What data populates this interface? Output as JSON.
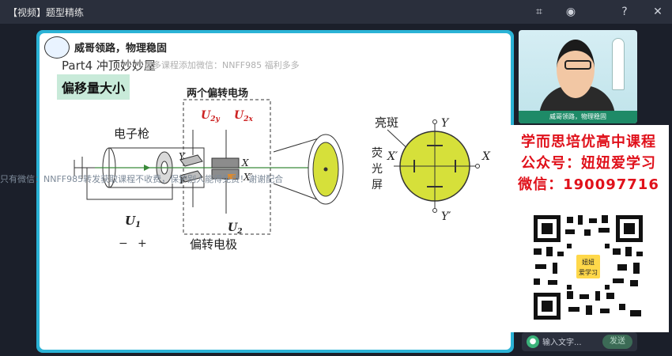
{
  "window": {
    "title": "【视频】题型精练"
  },
  "slide": {
    "brand": "威哥领路，物理稳固",
    "part": "Part4 冲顶妙妙屋",
    "watermark_top": "更多课程添加微信：NNFF985 福利多多",
    "topic": "偏移量大小",
    "watermark_mid": "只有微信：NNFF985转发获取课程不收费，保护别人能得免费！谢谢配合",
    "diagram": {
      "field_label": "两个偏转电场",
      "gun_label": "电子枪",
      "spot_label": "亮斑",
      "screen_label": [
        "荧",
        "光",
        "屏"
      ],
      "electrode_label": "偏转电极",
      "u1": "U",
      "u1_sub": "1",
      "u2": "U",
      "u2_sub": "2",
      "u2y": "U",
      "u2y_sub": "2y",
      "u2x": "U",
      "u2x_sub": "2x",
      "y": "Y",
      "yp": "Y′",
      "x": "X",
      "xp": "X′",
      "minus": "−",
      "plus": "+"
    }
  },
  "video": {
    "caption": "威哥领路，物理稳固"
  },
  "promo": {
    "line1": "学而思培优高中课程",
    "line2": "公众号：妞妞爱学习",
    "line3": "微信：190097716",
    "qr_badge_top": "妞妞",
    "qr_badge_bottom": "爱学习"
  },
  "chat": {
    "placeholder": "输入文字...",
    "send": "发送"
  },
  "colors": {
    "frame": "#2bb3d6",
    "spot": "#d6e03a",
    "promo_text": "#e0111b"
  }
}
